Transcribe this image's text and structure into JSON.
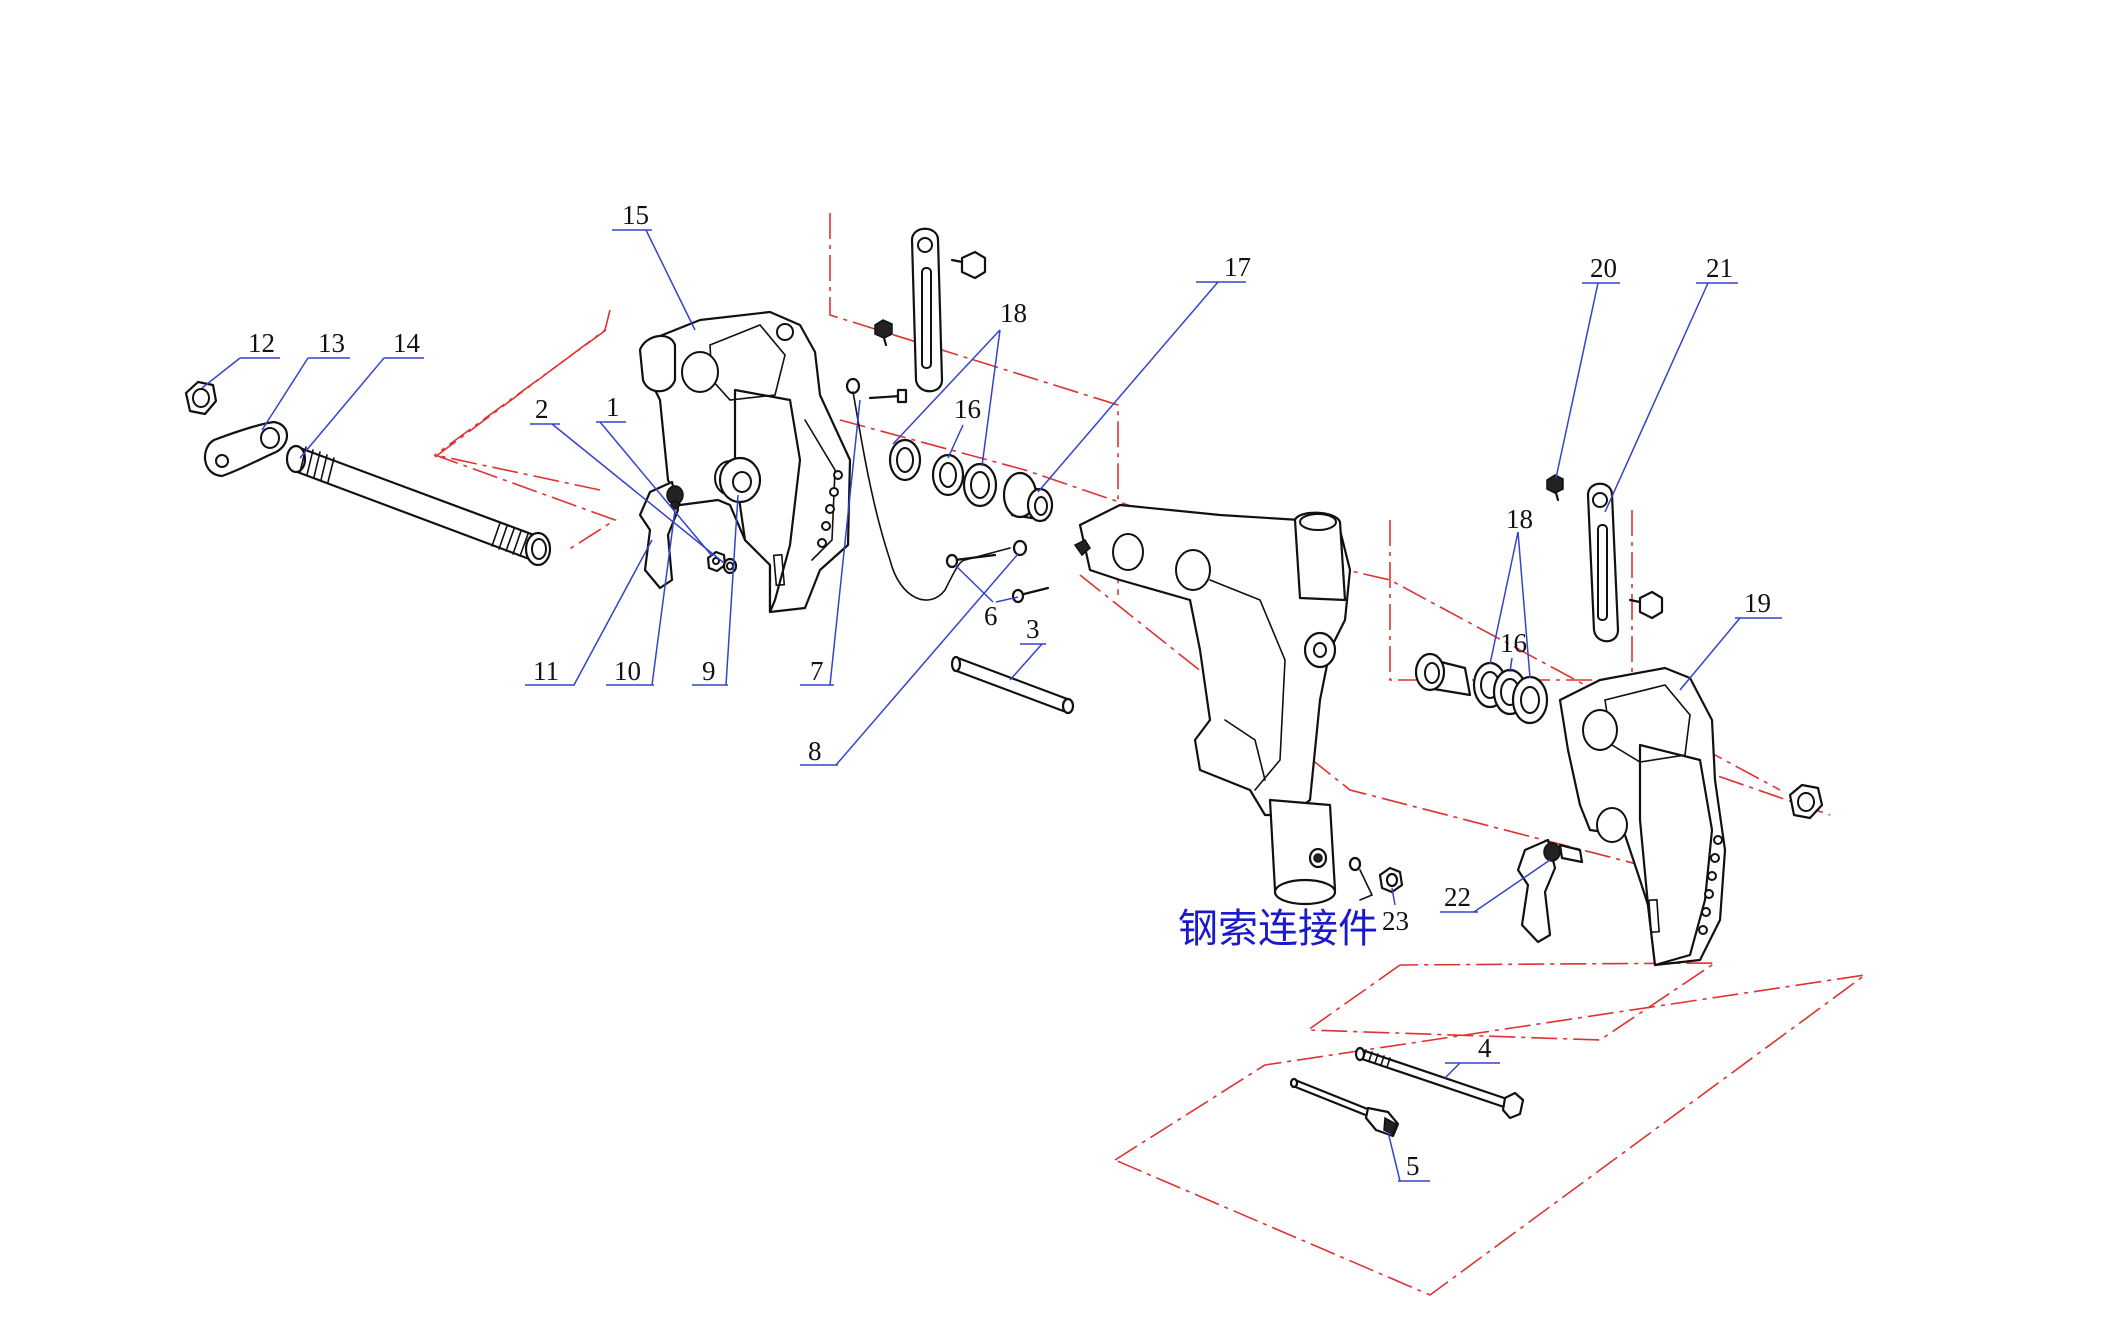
{
  "diagram": {
    "note_text": "钢索连接件",
    "colors": {
      "leader": "#3344cc",
      "center_line": "#dd3333",
      "note": "#1a1acc",
      "outline": "#111111"
    },
    "callouts": {
      "c1": "1",
      "c2": "2",
      "c3": "3",
      "c4": "4",
      "c5": "5",
      "c6": "6",
      "c7": "7",
      "c8": "8",
      "c9": "9",
      "c10": "10",
      "c11": "11",
      "c12": "12",
      "c13": "13",
      "c14": "14",
      "c15": "15",
      "c16a": "16",
      "c16b": "16",
      "c17": "17",
      "c18a": "18",
      "c18b": "18",
      "c19": "19",
      "c20": "20",
      "c21": "21",
      "c22": "22",
      "c23": "23"
    }
  }
}
